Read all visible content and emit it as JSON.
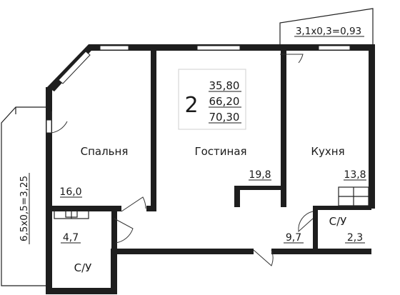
{
  "summary": {
    "room_count": "2",
    "areas": [
      "35,80",
      "66,20",
      "70,30"
    ]
  },
  "rooms": {
    "bedroom": {
      "name": "Спальня",
      "area": "16,0"
    },
    "living": {
      "name": "Гостиная",
      "area": "19,8"
    },
    "kitchen": {
      "name": "Кухня",
      "area": "13,8"
    },
    "hall": {
      "area": "9,7"
    },
    "bath_left": {
      "name": "С/У",
      "area": "4,7"
    },
    "bath_right": {
      "name": "С/У",
      "area": "2,3"
    }
  },
  "balconies": {
    "top_right": "3,1х0,3=0,93",
    "left": "6,5х0,5=3,25"
  },
  "colors": {
    "wall": "#1e1e1e",
    "line": "#222222",
    "background": "#ffffff"
  }
}
